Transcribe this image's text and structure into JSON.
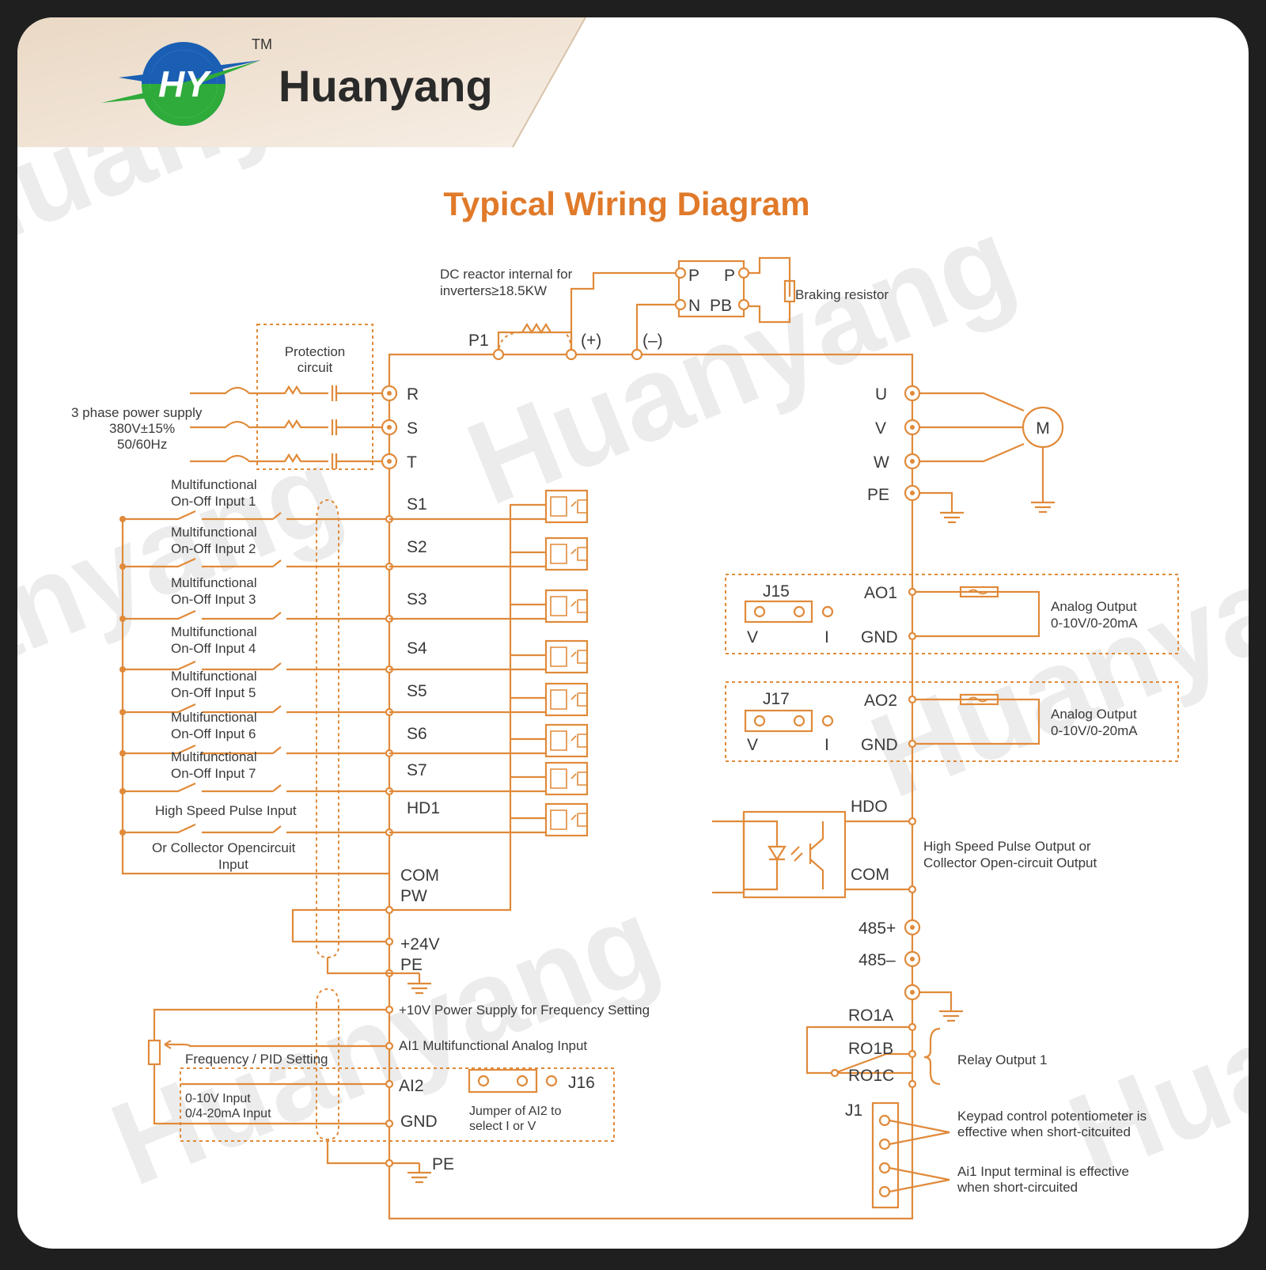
{
  "brand": {
    "name": "Huanyang",
    "logo_letters": "HY",
    "trademark": "TM",
    "watermark": "Huanyang"
  },
  "title": "Typical Wiring Diagram",
  "colors": {
    "accent": "#e08a3a",
    "title": "#e07a2a",
    "text": "#3a3a3a",
    "frame": "#1f1f1f",
    "logo_blue": "#1a5fb4",
    "logo_green": "#2eab3a"
  },
  "labels": {
    "dc_reactor_line1": "DC reactor internal for",
    "dc_reactor_line2": "inverters≥18.5KW",
    "braking_resistor": "Braking resistor",
    "protection_line1": "Protection",
    "protection_line2": "circuit",
    "power_line1": "3 phase power supply",
    "power_line2": "380V±15%",
    "power_line3": "50/60Hz",
    "high_speed_pulse_input": "High Speed Pulse Input",
    "collector_line1": "Or Collector Opencircuit",
    "collector_line2": "Input",
    "analog_output": "Analog Output",
    "analog_output_range": "0-10V/0-20mA",
    "hdo_desc_line1": "High Speed Pulse Output or",
    "hdo_desc_line2": "Collector Open-circuit Output",
    "relay_output": "Relay Output 1",
    "keypad_line1": "Keypad control potentiometer is",
    "keypad_line2": "effective when short-citcuited",
    "ai1_short_line1": "Ai1 Input terminal is effective",
    "ai1_short_line2": "when short-circuited",
    "plus10v_desc": "+10V Power Supply for Frequency Setting",
    "ai1_desc": "AI1 Multifunctional Analog Input",
    "freq_pid": "Frequency / PID Setting",
    "input_0_10": "0-10V Input",
    "input_0_20": "0/4-20mA Input",
    "jumper_line1": "Jumper of AI2 to",
    "jumper_line2": "select I or V"
  },
  "terminals": {
    "P1": "P1",
    "plus": "(+)",
    "minus": "(–)",
    "P": "P",
    "P2": "P",
    "N": "N",
    "PB": "PB",
    "R": "R",
    "S": "S",
    "T": "T",
    "U": "U",
    "V": "V",
    "W": "W",
    "PE": "PE",
    "M": "M",
    "COM": "COM",
    "PW": "PW",
    "plus24": "+24V",
    "AI2": "AI2",
    "GND": "GND",
    "AO1": "AO1",
    "AO2": "AO2",
    "J15": "J15",
    "J17": "J17",
    "J16": "J16",
    "J1": "J1",
    "jV": "V",
    "jI": "I",
    "HDO": "HDO",
    "rs485p": "485+",
    "rs485n": "485–",
    "RO1A": "RO1A",
    "RO1B": "RO1B",
    "RO1C": "RO1C"
  },
  "inputs": [
    {
      "id": "S1",
      "label1": "Multifunctional",
      "label2": "On-Off Input 1"
    },
    {
      "id": "S2",
      "label1": "Multifunctional",
      "label2": "On-Off Input 2"
    },
    {
      "id": "S3",
      "label1": "Multifunctional",
      "label2": "On-Off Input 3"
    },
    {
      "id": "S4",
      "label1": "Multifunctional",
      "label2": "On-Off Input 4"
    },
    {
      "id": "S5",
      "label1": "Multifunctional",
      "label2": "On-Off Input 5"
    },
    {
      "id": "S6",
      "label1": "Multifunctional",
      "label2": "On-Off Input 6"
    },
    {
      "id": "S7",
      "label1": "Multifunctional",
      "label2": "On-Off Input 7"
    },
    {
      "id": "HD1",
      "label1": "",
      "label2": ""
    }
  ]
}
